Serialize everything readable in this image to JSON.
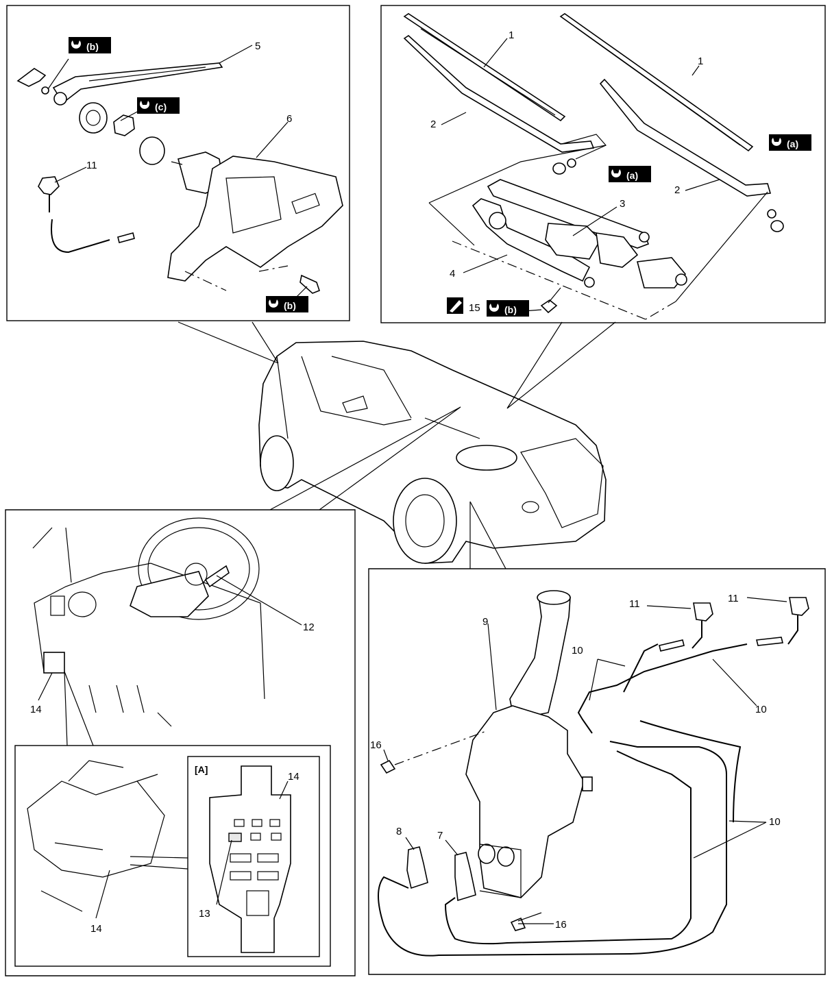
{
  "diagram": {
    "labels": {
      "rear_wiper": [
        "5",
        "6",
        "11"
      ],
      "front_wiper": [
        "1",
        "1",
        "2",
        "2",
        "3",
        "4",
        "15"
      ],
      "dashboard": [
        "12",
        "14",
        "14",
        "14",
        "13"
      ],
      "washer": [
        "7",
        "8",
        "9",
        "10",
        "10",
        "10",
        "11",
        "11",
        "16",
        "16"
      ],
      "inset_title": "[A]"
    },
    "torque_marks": {
      "a": "(a)",
      "b": "(b)",
      "c": "(c)"
    },
    "colors": {
      "ink": "#000000",
      "paper": "#ffffff"
    },
    "icons": [
      "torque-wrench-icon",
      "sealant-tube-icon"
    ]
  }
}
